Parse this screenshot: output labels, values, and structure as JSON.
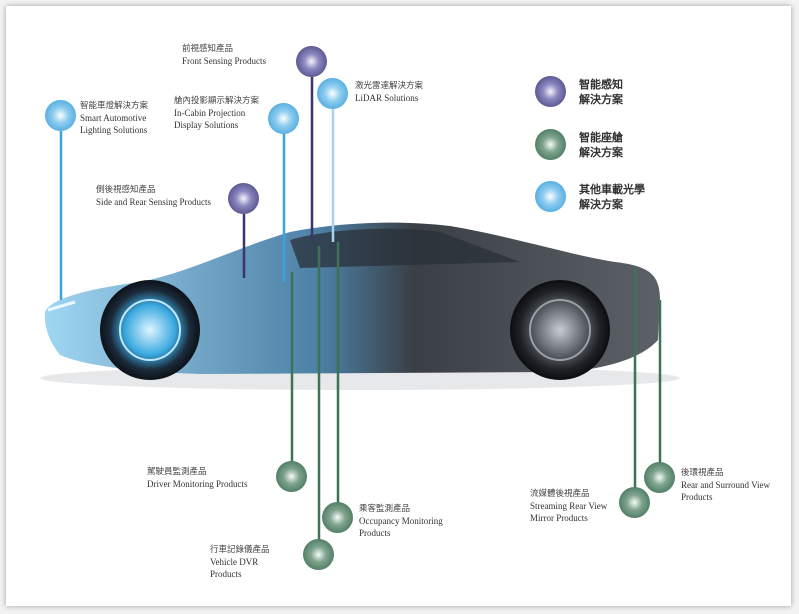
{
  "legend": [
    {
      "zh1": "智能感知",
      "zh2": "解決方案",
      "color": "#3a356f"
    },
    {
      "zh1": "智能座艙",
      "zh2": "解決方案",
      "color": "#2f6148"
    },
    {
      "zh1": "其他車載光學",
      "zh2": "解決方案",
      "color": "#2d98d4"
    }
  ],
  "callouts": {
    "front_sensing": {
      "zh": "前視感知產品",
      "en1": "Front Sensing Products"
    },
    "lidar": {
      "zh": "激光雷達解決方案",
      "en1": "LiDAR Solutions"
    },
    "smart_lighting": {
      "zh": "智能車燈解決方案",
      "en1": "Smart Automotive",
      "en2": "Lighting Solutions"
    },
    "in_cabin": {
      "zh": "艙內投影顯示解決方案",
      "en1": "In-Cabin Projection",
      "en2": "Display Solutions"
    },
    "side_rear": {
      "zh": "側後視感知產品",
      "en1": "Side and Rear Sensing Products"
    },
    "driver_monitoring": {
      "zh": "駕駛員監測產品",
      "en1": "Driver Monitoring Products"
    },
    "occupancy": {
      "zh": "乘客監測產品",
      "en1": "Occupancy Monitoring",
      "en2": "Products"
    },
    "dvr": {
      "zh": "行車記錄儀產品",
      "en1": "Vehicle DVR",
      "en2": "Products"
    },
    "streaming": {
      "zh": "流媒體後視產品",
      "en1": "Streaming Rear View",
      "en2": "Mirror Products"
    },
    "rear_surround": {
      "zh": "後環視產品",
      "en1": "Rear and Surround View",
      "en2": "Products"
    }
  }
}
